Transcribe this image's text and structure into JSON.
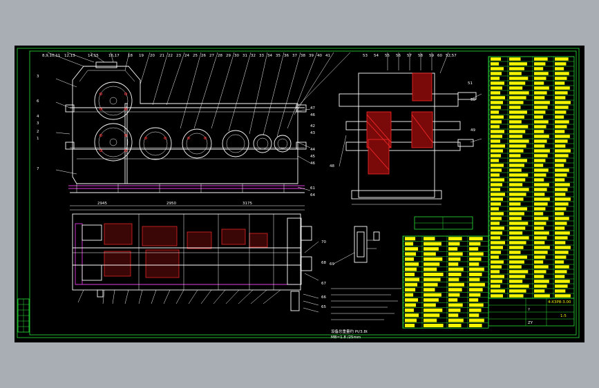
{
  "colors": {
    "background": "#a9adb4",
    "viewport": "#000000",
    "frame": "#29e63a",
    "lines": "#ffffff",
    "accent": "#e03be0",
    "section": "#ff2a2a",
    "table_text": "#f5f500"
  },
  "callouts_top": [
    "8,9,10,11",
    "12,13",
    "14,15",
    "16,17",
    "18",
    "19",
    "20",
    "21",
    "22",
    "23",
    "24",
    "25",
    "26",
    "27",
    "28",
    "29",
    "30",
    "31",
    "32",
    "33",
    "34",
    "35",
    "36",
    "37",
    "38",
    "39",
    "40",
    "41"
  ],
  "callouts_side": [
    "53",
    "54",
    "55",
    "56",
    "57",
    "58",
    "59",
    "60",
    "52,57"
  ],
  "callouts_left": [
    "3",
    "6",
    "4",
    "3",
    "2",
    "1",
    "7"
  ],
  "callouts_right": [
    "47",
    "46",
    "42",
    "43",
    "44",
    "45",
    "46",
    "61",
    "64"
  ],
  "callouts_right_view": [
    "51",
    "50",
    "49",
    "48"
  ],
  "callouts_plan": [
    "70",
    "68",
    "67",
    "66",
    "65"
  ],
  "callouts_detail": [
    "69"
  ],
  "plan_dims": [
    "2945",
    "2950",
    "3175"
  ],
  "drawing_title": "?",
  "drawing_number": "4-X3P8-3.00",
  "scale_label": "1:5",
  "drawing_code": "ZY",
  "notes_footer": "设备总重量约 Pt/3.8t",
  "notes_footer2": "MB=1.8 /25mm"
}
